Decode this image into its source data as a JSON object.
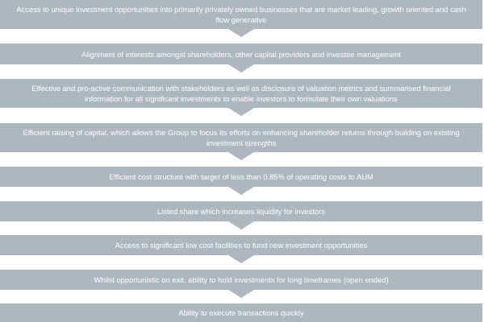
{
  "diagram": {
    "colors": {
      "fill": "#aeb7bf",
      "text": "#ffffff",
      "background": "#ffffff"
    },
    "steps": [
      {
        "text": "Access to unique investment opportunities into primarily privately owned businesses that are market leading, growth oriented and cash flow generative"
      },
      {
        "text": "Alignment of interests amongst shareholders, other capital providers and investee management"
      },
      {
        "text": "Effective and pro-active communication with stakeholders as well as disclosure of valuation metrics and summarised financial information for all significant investments to enable investors to formulate their own valuations"
      },
      {
        "text": "Efficient raising of capital, which allows the Group to focus its efforts on enhancing shareholder returns through building on existing investment strengths"
      },
      {
        "text": "Efficient cost structure with target of less than 0.85% of operating costs to AUM"
      },
      {
        "text": "Listed share which increases liquidity for investors"
      },
      {
        "text": "Access to significant low cost facilities to fund new investment opportunities"
      },
      {
        "text": "Whilst opportunistic on exit, ability to hold investments for long timeframes (open ended)"
      },
      {
        "text": "Ability to execute transactions quickly"
      }
    ]
  }
}
